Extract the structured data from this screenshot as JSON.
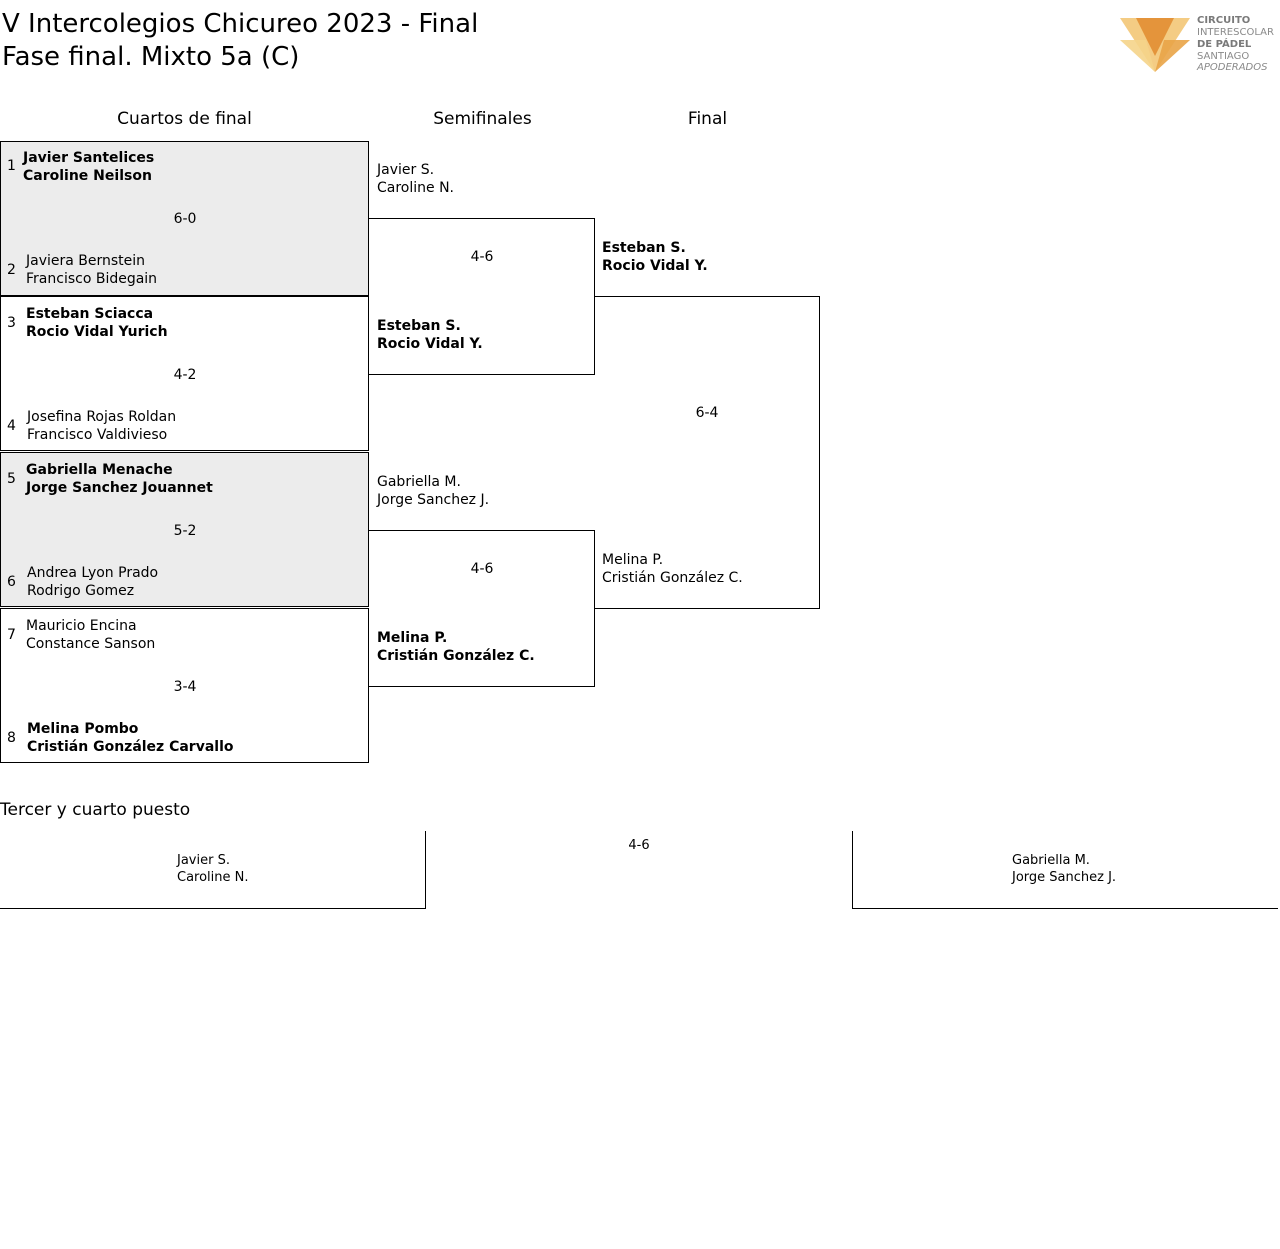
{
  "header": {
    "title_line1": "V Intercolegios Chicureo 2023 - Final",
    "title_line2": "Fase final. Mixto 5a (C)"
  },
  "logo": {
    "line1": "CIRCUITO",
    "line2": "INTERESCOLAR",
    "line3": "DE PÁDEL",
    "line4": "SANTIAGO",
    "line5": "APODERADOS",
    "icon": "fox-triangle-logo",
    "color": "#E8A04A"
  },
  "rounds": {
    "quarters": "Cuartos de final",
    "semis": "Semifinales",
    "final": "Final"
  },
  "quarters": [
    {
      "seed_a": "1",
      "a1": "Javier Santelices",
      "a2": "Caroline Neilson",
      "score": "6-0",
      "seed_b": "2",
      "b1": "Javiera Bernstein",
      "b2": "Francisco Bidegain"
    },
    {
      "seed_a": "3",
      "a1": "Esteban Sciacca",
      "a2": "Rocio Vidal Yurich",
      "score": "4-2",
      "seed_b": "4",
      "b1": "Josefina Rojas Roldan",
      "b2": "Francisco Valdivieso"
    },
    {
      "seed_a": "5",
      "a1": "Gabriella Menache",
      "a2": "Jorge Sanchez Jouannet",
      "score": "5-2",
      "seed_b": "6",
      "b1": "Andrea Lyon Prado",
      "b2": "Rodrigo Gomez"
    },
    {
      "seed_a": "7",
      "a1": "Mauricio Encina",
      "a2": "Constance Sanson",
      "score": "3-4",
      "seed_b": "8",
      "b1": "Melina Pombo",
      "b2": "Cristián González Carvallo"
    }
  ],
  "semis": [
    {
      "a1": "Javier S.",
      "a2": "Caroline N.",
      "score": "4-6",
      "b1": "Esteban S.",
      "b2": "Rocio Vidal Y."
    },
    {
      "a1": "Gabriella M.",
      "a2": "Jorge Sanchez J.",
      "score": "4-6",
      "b1": "Melina P.",
      "b2": "Cristián González C."
    }
  ],
  "final": {
    "a1": "Esteban S.",
    "a2": "Rocio Vidal Y.",
    "score": "6-4",
    "b1": "Melina P.",
    "b2": "Cristián González C."
  },
  "third_place": {
    "title": "Tercer y cuarto puesto",
    "a1": "Javier S.",
    "a2": "Caroline N.",
    "score": "4-6",
    "b1": "Gabriella M.",
    "b2": "Jorge Sanchez J."
  }
}
